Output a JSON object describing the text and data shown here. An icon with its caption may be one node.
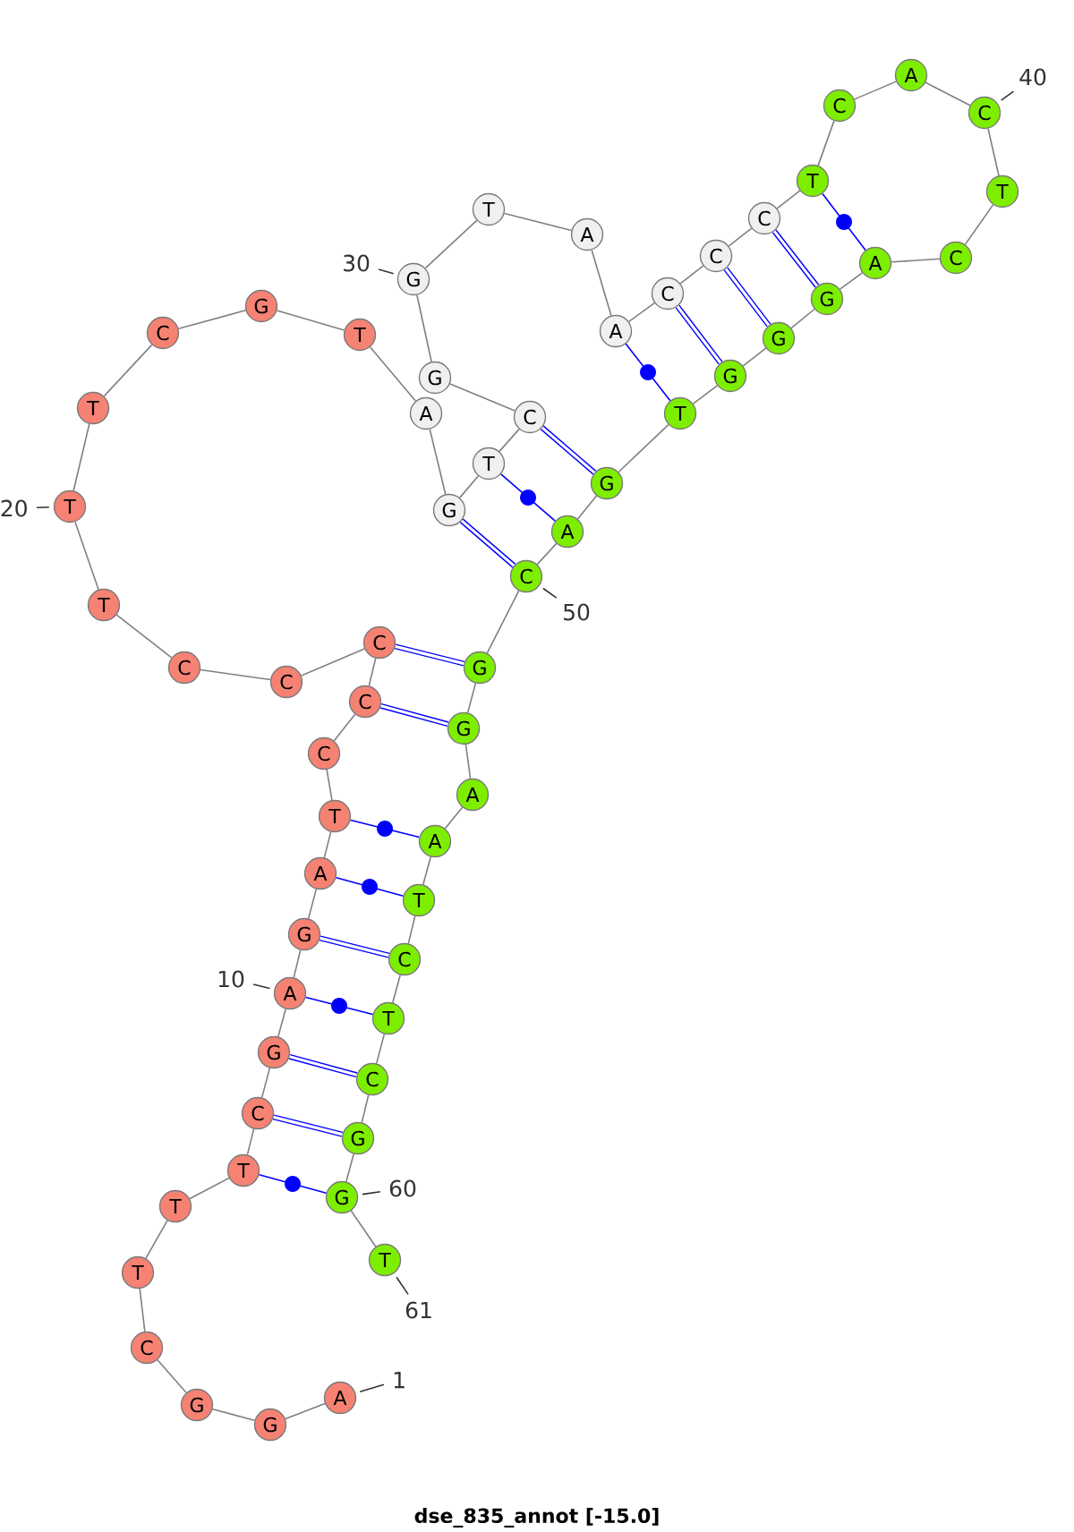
{
  "diagram": {
    "caption": "dse_835_annot [-15.0]",
    "nodes": [
      {
        "text": [
          "A"
        ]
      },
      {
        "text": [
          "G"
        ]
      },
      {
        "text": [
          "G"
        ]
      },
      {
        "text": [
          "C"
        ]
      },
      {
        "text": [
          "T"
        ]
      },
      {
        "text": [
          "T"
        ]
      },
      {
        "text": [
          "T"
        ]
      },
      {
        "text": [
          "C"
        ]
      },
      {
        "text": [
          "G"
        ]
      },
      {
        "text": [
          "A"
        ]
      },
      {
        "text": [
          "G"
        ]
      },
      {
        "text": [
          "A"
        ]
      },
      {
        "text": [
          "T"
        ]
      },
      {
        "text": [
          "C"
        ]
      },
      {
        "text": [
          "C"
        ]
      },
      {
        "text": [
          "C"
        ]
      },
      {
        "text": [
          "C"
        ]
      },
      {
        "text": [
          "C"
        ]
      },
      {
        "text": [
          "T"
        ]
      },
      {
        "text": [
          "T"
        ]
      },
      {
        "text": [
          "T"
        ]
      },
      {
        "text": [
          "C"
        ]
      },
      {
        "text": [
          "G"
        ]
      },
      {
        "text": [
          "T"
        ]
      },
      {
        "text": [
          "A"
        ]
      },
      {
        "text": [
          "G"
        ]
      },
      {
        "text": [
          "T"
        ]
      },
      {
        "text": [
          "C"
        ]
      },
      {
        "text": [
          "G"
        ]
      },
      {
        "text": [
          "G"
        ]
      },
      {
        "text": [
          "T"
        ]
      },
      {
        "text": [
          "A"
        ]
      },
      {
        "text": [
          "A"
        ]
      },
      {
        "text": [
          "C"
        ]
      },
      {
        "text": [
          "C"
        ]
      },
      {
        "text": [
          "C"
        ]
      },
      {
        "text": [
          "T"
        ]
      },
      {
        "text": [
          "C"
        ]
      },
      {
        "text": [
          "A"
        ]
      },
      {
        "text": [
          "C"
        ]
      },
      {
        "text": [
          "T"
        ]
      },
      {
        "text": [
          "C"
        ]
      },
      {
        "text": [
          "A"
        ]
      },
      {
        "text": [
          "G"
        ]
      },
      {
        "text": [
          "G"
        ]
      },
      {
        "text": [
          "G"
        ]
      },
      {
        "text": [
          "T"
        ]
      },
      {
        "text": [
          "G"
        ]
      },
      {
        "text": [
          "A"
        ]
      },
      {
        "text": [
          "C"
        ]
      },
      {
        "text": [
          "G"
        ]
      },
      {
        "text": [
          "G"
        ]
      },
      {
        "text": [
          "A"
        ]
      },
      {
        "text": [
          "A"
        ]
      },
      {
        "text": [
          "T"
        ]
      },
      {
        "text": [
          "C"
        ]
      },
      {
        "text": [
          "T"
        ]
      },
      {
        "text": [
          "C"
        ]
      },
      {
        "text": [
          "G"
        ]
      },
      {
        "text": [
          "G"
        ]
      },
      {
        "text": [
          "T"
        ]
      },
      {
        "text": [
          "1"
        ]
      },
      {
        "text": [
          "10"
        ]
      },
      {
        "text": [
          "20"
        ]
      },
      {
        "text": [
          "30"
        ]
      },
      {
        "text": [
          "40"
        ]
      },
      {
        "text": [
          "50"
        ]
      },
      {
        "text": [
          "60"
        ]
      },
      {
        "text": [
          "61"
        ]
      }
    ],
    "edges": [
      {
        "from": 0,
        "to": 1,
        "arrow": "none"
      },
      {
        "from": 1,
        "to": 2,
        "arrow": "none"
      },
      {
        "from": 2,
        "to": 3,
        "arrow": "none"
      },
      {
        "from": 3,
        "to": 4,
        "arrow": "none"
      },
      {
        "from": 4,
        "to": 5,
        "arrow": "none"
      },
      {
        "from": 5,
        "to": 6,
        "arrow": "none"
      },
      {
        "from": 6,
        "to": 7,
        "arrow": "none"
      },
      {
        "from": 7,
        "to": 8,
        "arrow": "none"
      },
      {
        "from": 8,
        "to": 9,
        "arrow": "none"
      },
      {
        "from": 9,
        "to": 10,
        "arrow": "none"
      },
      {
        "from": 10,
        "to": 11,
        "arrow": "none"
      },
      {
        "from": 11,
        "to": 12,
        "arrow": "none"
      },
      {
        "from": 12,
        "to": 13,
        "arrow": "none"
      },
      {
        "from": 13,
        "to": 14,
        "arrow": "none"
      },
      {
        "from": 14,
        "to": 15,
        "arrow": "none"
      },
      {
        "from": 15,
        "to": 16,
        "arrow": "none"
      },
      {
        "from": 16,
        "to": 17,
        "arrow": "none"
      },
      {
        "from": 17,
        "to": 18,
        "arrow": "none"
      },
      {
        "from": 18,
        "to": 19,
        "arrow": "none"
      },
      {
        "from": 19,
        "to": 20,
        "arrow": "none"
      },
      {
        "from": 20,
        "to": 21,
        "arrow": "none"
      },
      {
        "from": 21,
        "to": 22,
        "arrow": "none"
      },
      {
        "from": 22,
        "to": 23,
        "arrow": "none"
      },
      {
        "from": 23,
        "to": 24,
        "arrow": "none"
      },
      {
        "from": 24,
        "to": 25,
        "arrow": "none"
      },
      {
        "from": 25,
        "to": 26,
        "arrow": "none"
      },
      {
        "from": 26,
        "to": 27,
        "arrow": "none"
      },
      {
        "from": 27,
        "to": 28,
        "arrow": "none"
      },
      {
        "from": 28,
        "to": 29,
        "arrow": "none"
      },
      {
        "from": 29,
        "to": 30,
        "arrow": "none"
      },
      {
        "from": 30,
        "to": 31,
        "arrow": "none"
      },
      {
        "from": 31,
        "to": 32,
        "arrow": "none"
      },
      {
        "from": 32,
        "to": 33,
        "arrow": "none"
      },
      {
        "from": 33,
        "to": 34,
        "arrow": "none"
      },
      {
        "from": 34,
        "to": 35,
        "arrow": "none"
      },
      {
        "from": 35,
        "to": 36,
        "arrow": "none"
      },
      {
        "from": 36,
        "to": 37,
        "arrow": "none"
      },
      {
        "from": 37,
        "to": 38,
        "arrow": "none"
      },
      {
        "from": 38,
        "to": 39,
        "arrow": "none"
      },
      {
        "from": 39,
        "to": 40,
        "arrow": "none"
      },
      {
        "from": 40,
        "to": 41,
        "arrow": "none"
      },
      {
        "from": 41,
        "to": 42,
        "arrow": "none"
      },
      {
        "from": 42,
        "to": 43,
        "arrow": "none"
      },
      {
        "from": 43,
        "to": 44,
        "arrow": "none"
      },
      {
        "from": 44,
        "to": 45,
        "arrow": "none"
      },
      {
        "from": 45,
        "to": 46,
        "arrow": "none"
      },
      {
        "from": 46,
        "to": 47,
        "arrow": "none"
      },
      {
        "from": 47,
        "to": 48,
        "arrow": "none"
      },
      {
        "from": 48,
        "to": 49,
        "arrow": "none"
      },
      {
        "from": 49,
        "to": 50,
        "arrow": "none"
      },
      {
        "from": 50,
        "to": 51,
        "arrow": "none"
      },
      {
        "from": 51,
        "to": 52,
        "arrow": "none"
      },
      {
        "from": 52,
        "to": 53,
        "arrow": "none"
      },
      {
        "from": 53,
        "to": 54,
        "arrow": "none"
      },
      {
        "from": 54,
        "to": 55,
        "arrow": "none"
      },
      {
        "from": 55,
        "to": 56,
        "arrow": "none"
      },
      {
        "from": 56,
        "to": 57,
        "arrow": "none"
      },
      {
        "from": 57,
        "to": 58,
        "arrow": "none"
      },
      {
        "from": 58,
        "to": 59,
        "arrow": "none"
      },
      {
        "from": 59,
        "to": 60,
        "arrow": "none"
      },
      {
        "from": 15,
        "to": 50,
        "arrow": "none",
        "style": "thick",
        "color": "#0000ff"
      },
      {
        "from": 14,
        "to": 51,
        "arrow": "none",
        "style": "thick",
        "color": "#0000ff"
      },
      {
        "from": 12,
        "to": 53,
        "arrow": "none",
        "color": "#0000ff"
      },
      {
        "from": 11,
        "to": 54,
        "arrow": "none",
        "color": "#0000ff"
      },
      {
        "from": 10,
        "to": 55,
        "arrow": "none",
        "style": "thick",
        "color": "#0000ff"
      },
      {
        "from": 9,
        "to": 56,
        "arrow": "none",
        "color": "#0000ff"
      },
      {
        "from": 8,
        "to": 57,
        "arrow": "none",
        "style": "thick",
        "color": "#0000ff"
      },
      {
        "from": 7,
        "to": 58,
        "arrow": "none",
        "style": "thick",
        "color": "#0000ff"
      },
      {
        "from": 6,
        "to": 59,
        "arrow": "none",
        "color": "#0000ff"
      },
      {
        "from": 25,
        "to": 49,
        "arrow": "none",
        "style": "thick",
        "color": "#0000ff"
      },
      {
        "from": 26,
        "to": 48,
        "arrow": "none",
        "color": "#0000ff"
      },
      {
        "from": 27,
        "to": 47,
        "arrow": "none",
        "style": "thick",
        "color": "#0000ff"
      },
      {
        "from": 32,
        "to": 46,
        "arrow": "none",
        "color": "#0000ff"
      },
      {
        "from": 33,
        "to": 45,
        "arrow": "none",
        "style": "thick",
        "color": "#0000ff"
      },
      {
        "from": 34,
        "to": 44,
        "arrow": "none",
        "style": "thick",
        "color": "#0000ff"
      },
      {
        "from": 35,
        "to": 43,
        "arrow": "none",
        "style": "thick",
        "color": "#0000ff"
      },
      {
        "from": 36,
        "to": 42,
        "arrow": "none",
        "color": "#0000ff"
      },
      {
        "from": 61,
        "to": 0,
        "arrow": "none",
        "color": "#333333"
      },
      {
        "from": 62,
        "to": 9,
        "arrow": "none",
        "color": "#333333"
      },
      {
        "from": 63,
        "to": 19,
        "arrow": "none",
        "color": "#333333"
      },
      {
        "from": 64,
        "to": 29,
        "arrow": "none",
        "color": "#333333"
      },
      {
        "from": 65,
        "to": 39,
        "arrow": "none",
        "color": "#333333"
      },
      {
        "from": 66,
        "to": 49,
        "arrow": "none",
        "color": "#333333"
      },
      {
        "from": 67,
        "to": 59,
        "arrow": "none",
        "color": "#333333"
      },
      {
        "from": 68,
        "to": 60,
        "arrow": "none",
        "color": "#333333"
      }
    ]
  }
}
